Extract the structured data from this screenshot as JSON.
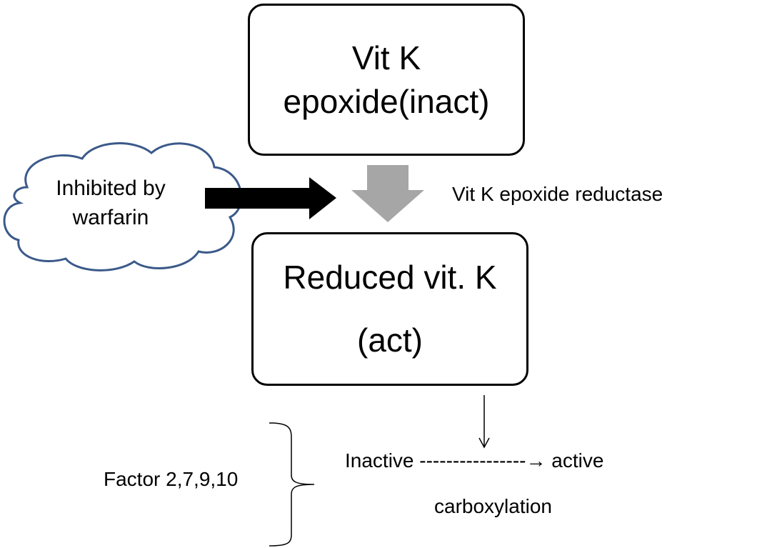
{
  "top_box": {
    "line1": "Vit K",
    "line2": "epoxide(inact)"
  },
  "bottom_box": {
    "line1": "Reduced vit. K",
    "line2": "(act)"
  },
  "cloud": {
    "line1": "Inhibited by",
    "line2": "warfarin"
  },
  "enzyme_label": "Vit K epoxide reductase",
  "factor_label": "Factor 2,7,9,10",
  "conversion_label": "Inactive ----------------→ active",
  "carboxylation_label": "carboxylation",
  "colors": {
    "cloud_outline": "#3b5a8a",
    "enzyme_arrow": "#a6a6a6",
    "inhibit_arrow": "#000000"
  }
}
